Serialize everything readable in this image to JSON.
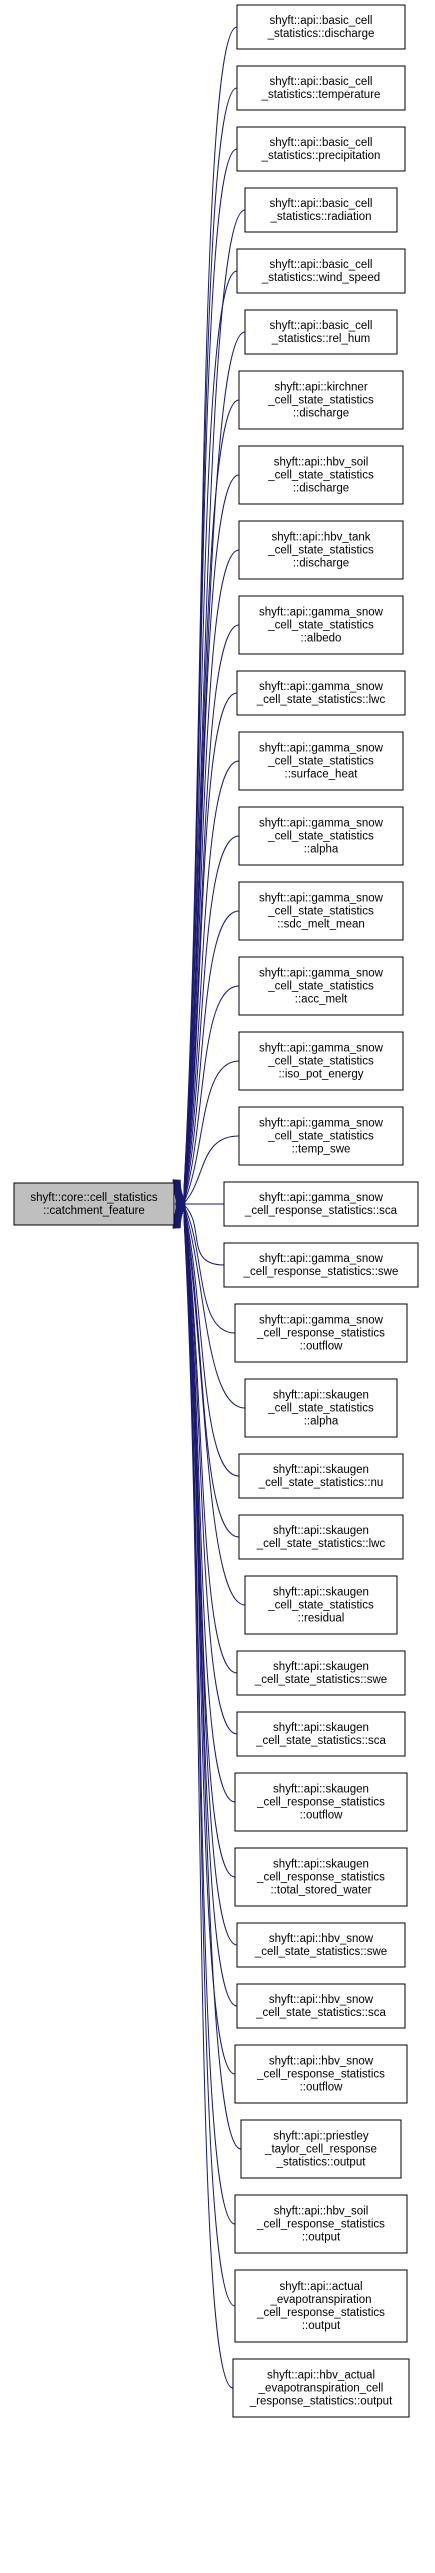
{
  "focus": {
    "lines": [
      "shyft::core::cell_statistics",
      "::catchment_feature"
    ]
  },
  "callers": [
    {
      "lines": [
        "shyft::api::basic_cell",
        "_statistics::discharge"
      ]
    },
    {
      "lines": [
        "shyft::api::basic_cell",
        "_statistics::temperature"
      ]
    },
    {
      "lines": [
        "shyft::api::basic_cell",
        "_statistics::precipitation"
      ]
    },
    {
      "lines": [
        "shyft::api::basic_cell",
        "_statistics::radiation"
      ]
    },
    {
      "lines": [
        "shyft::api::basic_cell",
        "_statistics::wind_speed"
      ]
    },
    {
      "lines": [
        "shyft::api::basic_cell",
        "_statistics::rel_hum"
      ]
    },
    {
      "lines": [
        "shyft::api::kirchner",
        "_cell_state_statistics",
        "::discharge"
      ]
    },
    {
      "lines": [
        "shyft::api::hbv_soil",
        "_cell_state_statistics",
        "::discharge"
      ]
    },
    {
      "lines": [
        "shyft::api::hbv_tank",
        "_cell_state_statistics",
        "::discharge"
      ]
    },
    {
      "lines": [
        "shyft::api::gamma_snow",
        "_cell_state_statistics",
        "::albedo"
      ]
    },
    {
      "lines": [
        "shyft::api::gamma_snow",
        "_cell_state_statistics::lwc"
      ]
    },
    {
      "lines": [
        "shyft::api::gamma_snow",
        "_cell_state_statistics",
        "::surface_heat"
      ]
    },
    {
      "lines": [
        "shyft::api::gamma_snow",
        "_cell_state_statistics",
        "::alpha"
      ]
    },
    {
      "lines": [
        "shyft::api::gamma_snow",
        "_cell_state_statistics",
        "::sdc_melt_mean"
      ]
    },
    {
      "lines": [
        "shyft::api::gamma_snow",
        "_cell_state_statistics",
        "::acc_melt"
      ]
    },
    {
      "lines": [
        "shyft::api::gamma_snow",
        "_cell_state_statistics",
        "::iso_pot_energy"
      ]
    },
    {
      "lines": [
        "shyft::api::gamma_snow",
        "_cell_state_statistics",
        "::temp_swe"
      ]
    },
    {
      "lines": [
        "shyft::api::gamma_snow",
        "_cell_response_statistics::sca"
      ]
    },
    {
      "lines": [
        "shyft::api::gamma_snow",
        "_cell_response_statistics::swe"
      ]
    },
    {
      "lines": [
        "shyft::api::gamma_snow",
        "_cell_response_statistics",
        "::outflow"
      ]
    },
    {
      "lines": [
        "shyft::api::skaugen",
        "_cell_state_statistics",
        "::alpha"
      ]
    },
    {
      "lines": [
        "shyft::api::skaugen",
        "_cell_state_statistics::nu"
      ]
    },
    {
      "lines": [
        "shyft::api::skaugen",
        "_cell_state_statistics::lwc"
      ]
    },
    {
      "lines": [
        "shyft::api::skaugen",
        "_cell_state_statistics",
        "::residual"
      ]
    },
    {
      "lines": [
        "shyft::api::skaugen",
        "_cell_state_statistics::swe"
      ]
    },
    {
      "lines": [
        "shyft::api::skaugen",
        "_cell_state_statistics::sca"
      ]
    },
    {
      "lines": [
        "shyft::api::skaugen",
        "_cell_response_statistics",
        "::outflow"
      ]
    },
    {
      "lines": [
        "shyft::api::skaugen",
        "_cell_response_statistics",
        "::total_stored_water"
      ]
    },
    {
      "lines": [
        "shyft::api::hbv_snow",
        "_cell_state_statistics::swe"
      ]
    },
    {
      "lines": [
        "shyft::api::hbv_snow",
        "_cell_state_statistics::sca"
      ]
    },
    {
      "lines": [
        "shyft::api::hbv_snow",
        "_cell_response_statistics",
        "::outflow"
      ]
    },
    {
      "lines": [
        "shyft::api::priestley",
        "_taylor_cell_response",
        "_statistics::output"
      ]
    },
    {
      "lines": [
        "shyft::api::hbv_soil",
        "_cell_response_statistics",
        "::output"
      ]
    },
    {
      "lines": [
        "shyft::api::actual",
        "_evapotranspiration",
        "_cell_response_statistics",
        "::output"
      ]
    },
    {
      "lines": [
        "shyft::api::hbv_actual",
        "_evapotranspiration_cell",
        "_response_statistics::output"
      ]
    }
  ],
  "colors": {
    "edge": "#191970",
    "focus_fill": "#bfbfbf",
    "node_fill": "#ffffff",
    "border": "#000000"
  }
}
